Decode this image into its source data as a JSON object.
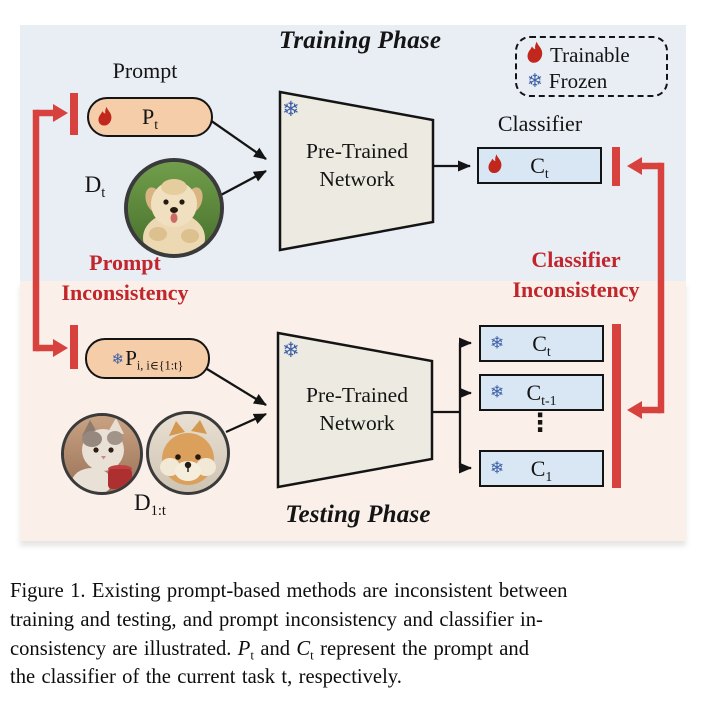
{
  "colors": {
    "training_bg": "#e9eef5",
    "testing_bg": "#faf0e9",
    "pill_fill": "#f6cda9",
    "network_fill": "#eceae1",
    "classifier_fill": "#d9e7f4",
    "red_accent": "#d8423e",
    "red_text": "#c0262c",
    "flame_red": "#c2271d",
    "frozen_blue": "#3c5fa6",
    "snowflake_glyph": "❄"
  },
  "legend": {
    "trainable_label": "Trainable",
    "frozen_label": "Frozen"
  },
  "training": {
    "phase_title": "Training Phase",
    "prompt_label": "Prompt",
    "pill": {
      "base": "P",
      "sub": "t"
    },
    "dataset": {
      "base": "D",
      "sub": "t"
    },
    "network": {
      "line1": "Pre-Trained",
      "line2": "Network"
    },
    "classifier_label": "Classifier",
    "classifier": {
      "base": "C",
      "sub": "t"
    }
  },
  "testing": {
    "phase_title": "Testing Phase",
    "pill": {
      "base": "P",
      "sub": "i, i∈{1:t}"
    },
    "dataset": {
      "base": "D",
      "sub": "1:t"
    },
    "network": {
      "line1": "Pre-Trained",
      "line2": "Network"
    },
    "classifiers": [
      {
        "base": "C",
        "sub": "t"
      },
      {
        "base": "C",
        "sub": "t-1"
      },
      {
        "base": "C",
        "sub": "1"
      }
    ],
    "ellipsis": "⋮"
  },
  "annotations": {
    "prompt_inconsistency": {
      "line1": "Prompt",
      "line2": "Inconsistency"
    },
    "classifier_inconsistency": {
      "line1": "Classifier",
      "line2": "Inconsistency"
    }
  },
  "caption": {
    "line1": "Figure 1. Existing prompt-based methods are inconsistent between",
    "line2": "training and testing, and prompt inconsistency and classifier in-",
    "line3_pre": "consistency are illustrated.  ",
    "math1_base": "P",
    "math1_sub": "t",
    "line3_mid": " and ",
    "math2_base": "C",
    "math2_sub": "t",
    "line3_post": " represent the prompt and",
    "line4": "the classifier of the current task t, respectively."
  }
}
